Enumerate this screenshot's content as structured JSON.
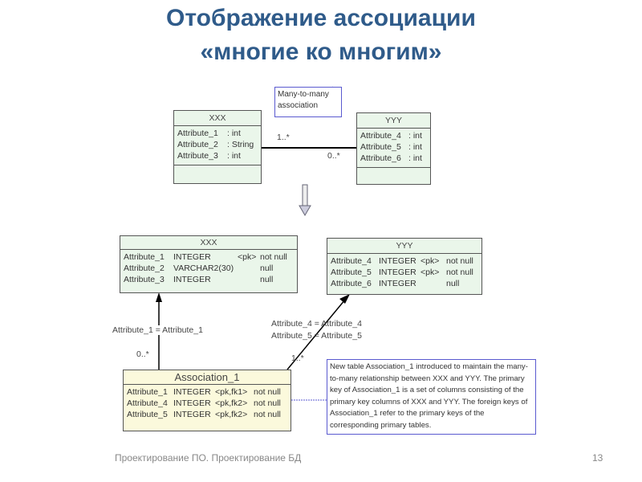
{
  "title": {
    "line1": "Отображение ассоциации",
    "line2": "«многие ко многим»"
  },
  "uml": {
    "note": "Many-to-many association",
    "xxx": {
      "name": "XXX",
      "attrs": [
        [
          "Attribute_1",
          ": int"
        ],
        [
          "Attribute_2",
          ": String"
        ],
        [
          "Attribute_3",
          ": int"
        ]
      ]
    },
    "yyy": {
      "name": "YYY",
      "attrs": [
        [
          "Attribute_4",
          ": int"
        ],
        [
          "Attribute_5",
          ": int"
        ],
        [
          "Attribute_6",
          ": int"
        ]
      ]
    },
    "mult_left": "1..*",
    "mult_right": "0..*"
  },
  "db": {
    "xxx": {
      "name": "XXX",
      "rows": [
        [
          "Attribute_1",
          "INTEGER",
          "<pk>",
          "not null"
        ],
        [
          "Attribute_2",
          "VARCHAR2(30)",
          "",
          "null"
        ],
        [
          "Attribute_3",
          "INTEGER",
          "",
          "null"
        ]
      ]
    },
    "yyy": {
      "name": "YYY",
      "rows": [
        [
          "Attribute_4",
          "INTEGER",
          "<pk>",
          "not null"
        ],
        [
          "Attribute_5",
          "INTEGER",
          "<pk>",
          "not null"
        ],
        [
          "Attribute_6",
          "INTEGER",
          "",
          "null"
        ]
      ]
    },
    "assoc": {
      "name": "Association_1",
      "rows": [
        [
          "Attribute_1",
          "INTEGER",
          "<pk,fk1>",
          "not null"
        ],
        [
          "Attribute_4",
          "INTEGER",
          "<pk,fk2>",
          "not null"
        ],
        [
          "Attribute_5",
          "INTEGER",
          "<pk,fk2>",
          "not null"
        ]
      ]
    },
    "join1": "Attribute_1 = Attribute_1",
    "mult1": "0..*",
    "join2a": "Attribute_4 = Attribute_4",
    "join2b": "Attribute_5 = Attribute_5",
    "mult2": "1..*",
    "note": "New table Association_1 introduced to maintain the many-to-many relationship between XXX and YYY. The primary key of Association_1 is a set of columns consisting of the primary key columns of XXX and YYY. The foreign keys of Association_1 refer to the primary keys of the corresponding primary tables."
  },
  "footer": {
    "text": "Проектирование ПО. Проектирование БД",
    "page": "13"
  }
}
